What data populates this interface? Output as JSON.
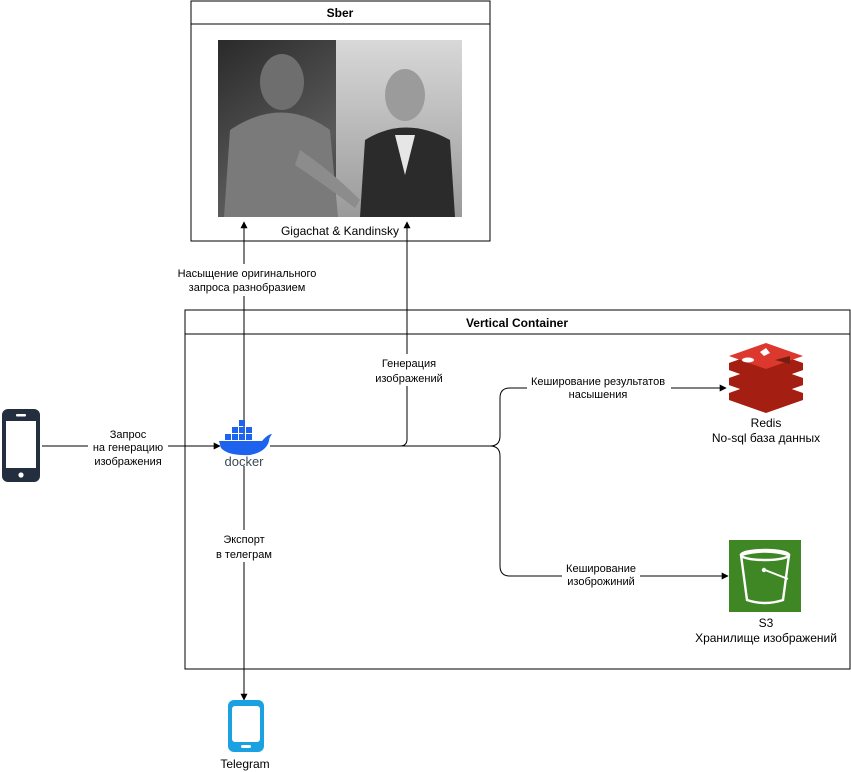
{
  "sber": {
    "title": "Sber",
    "caption": "Gigachat & Kandinsky"
  },
  "container": {
    "title": "Vertical Container"
  },
  "docker": {
    "label": "docker"
  },
  "redis": {
    "line1": "Redis",
    "line2": "No-sql база данных"
  },
  "s3": {
    "line1": "S3",
    "line2": "Хранилище изображений"
  },
  "telegram": {
    "label": "Telegram"
  },
  "edges": {
    "request": [
      "Запрос",
      "на генерацию",
      "изображения"
    ],
    "saturation": [
      "Насыщение оригинального",
      "запроса разнобразием"
    ],
    "generation": [
      "Генерация",
      "изображений"
    ],
    "cache_results": [
      "Кеширование результатов",
      "насышения"
    ],
    "cache_images": [
      "Кеширование",
      "изоброжиний"
    ],
    "export": [
      "Экспорт",
      "в телеграм"
    ]
  },
  "colors": {
    "redis": "#c6302b",
    "s3": "#3f8624",
    "telegram_phone": "#1ba1e2",
    "user_phone": "#232f3e",
    "docker": "#1d63ed"
  },
  "icons": {
    "user": "mobile-phone-icon",
    "docker": "docker-whale-icon",
    "redis": "redis-icon",
    "s3": "s3-bucket-icon",
    "telegram": "mobile-phone-icon",
    "sber_image": "photo-image"
  }
}
